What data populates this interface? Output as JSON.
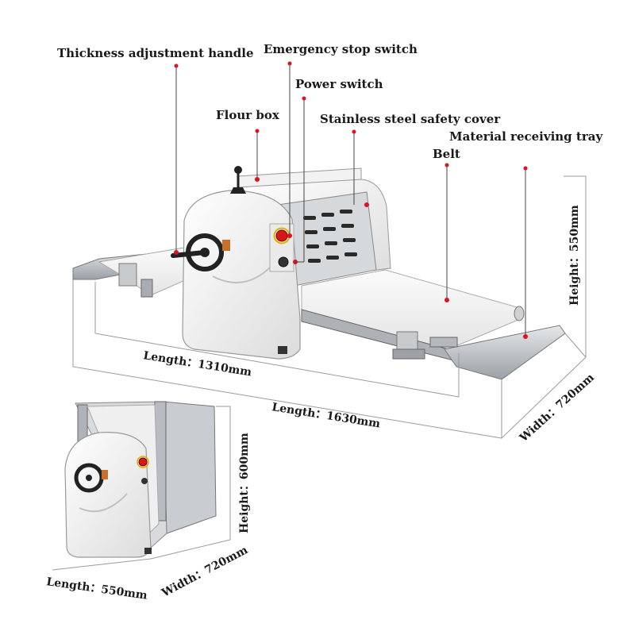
{
  "labels": {
    "thickness_handle": "Thickness adjustment handle",
    "emergency_stop": "Emergency stop switch",
    "power_switch": "Power switch",
    "flour_box": "Flour box",
    "safety_cover": "Stainless steel safety cover",
    "receiving_tray": "Material receiving tray",
    "belt": "Belt"
  },
  "dimensions": {
    "main_length_belt": "Length：1310mm",
    "main_length_total": "Length：1630mm",
    "main_width": "Width：720mm",
    "main_height": "Height：550mm",
    "folded_height": "Height：600mm",
    "folded_width": "Width：720mm",
    "folded_length": "Length：550mm"
  },
  "colors": {
    "marker": "#e01020",
    "machine_body": "#f4f4f4",
    "steel": "#b8bcc0",
    "emergency_button": "#d81818",
    "handle": "#222222"
  }
}
